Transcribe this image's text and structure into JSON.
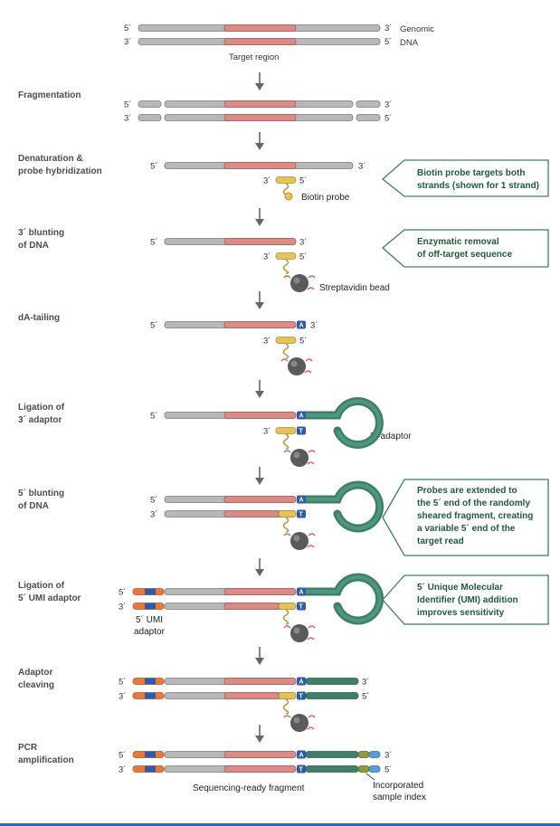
{
  "colors": {
    "gray": "#b8b8b8",
    "gray_edge": "#7a7a7a",
    "red": "#d98c86",
    "red_edge": "#a85a55",
    "orange": "#e8793a",
    "blue": "#2f5aa8",
    "teal": "#3f7f6a",
    "teal_light": "#4f9680",
    "light_blue": "#5b9bd0",
    "olive": "#8a9a3f",
    "gold": "#e7c25a",
    "gold_edge": "#b0902e",
    "bead": "#5a5a5a",
    "callout_border": "#3f7f5a",
    "callout_text": "#1f5a3a",
    "arrow": "#666666",
    "footer": "#2d6da8"
  },
  "header": {
    "five": "5´",
    "three": "3´",
    "genomic": "Genomic",
    "dna": "DNA",
    "target_region": "Target region"
  },
  "steps": [
    {
      "id": "fragmentation",
      "lines": [
        "Fragmentation"
      ]
    },
    {
      "id": "denaturation",
      "lines": [
        "Denaturation &",
        "probe hybridization"
      ]
    },
    {
      "id": "blunting3",
      "lines": [
        "3´ blunting",
        "of DNA"
      ]
    },
    {
      "id": "datailing",
      "lines": [
        "dA-tailing"
      ]
    },
    {
      "id": "ligation3",
      "lines": [
        "Ligation of",
        "3´ adaptor"
      ]
    },
    {
      "id": "blunting5",
      "lines": [
        "5´ blunting",
        "of DNA"
      ]
    },
    {
      "id": "ligation5",
      "lines": [
        "Ligation of",
        "5´ UMI adaptor"
      ]
    },
    {
      "id": "cleaving",
      "lines": [
        "Adaptor",
        "cleaving"
      ]
    },
    {
      "id": "pcr",
      "lines": [
        "PCR",
        "amplification"
      ]
    }
  ],
  "annotations": {
    "biotin_probe": "Biotin probe",
    "streptavidin_bead": "Streptavidin bead",
    "adaptor3": "3´ adaptor",
    "umi_adaptor": [
      "5´ UMI",
      "adaptor"
    ],
    "sequencing_ready": "Sequencing-ready fragment",
    "incorporated": [
      "Incorporated",
      "sample index"
    ],
    "badge_a": "A",
    "badge_t": "T"
  },
  "callouts": [
    {
      "id": "biotin",
      "lines": [
        "Biotin probe targets both",
        "strands (shown for 1 strand)"
      ]
    },
    {
      "id": "enzymatic",
      "lines": [
        "Enzymatic removal",
        "of off-target sequence"
      ]
    },
    {
      "id": "extended",
      "lines": [
        "Probes are extended to",
        "the 5´ end of the randomly",
        "sheared fragment, creating",
        "a variable 5´ end of the",
        "target read"
      ]
    },
    {
      "id": "umi",
      "lines": [
        "5´ Unique Molecular",
        "Identifier (UMI) addition",
        "improves sensitivity"
      ]
    }
  ]
}
